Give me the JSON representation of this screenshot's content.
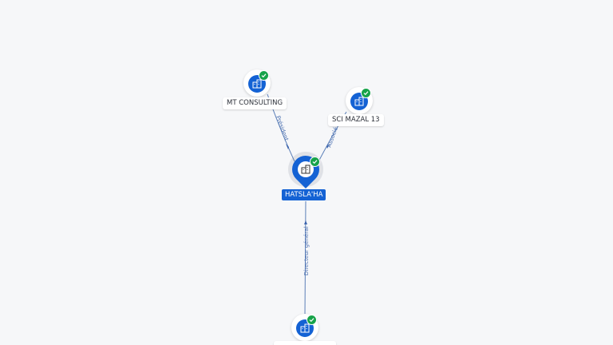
{
  "diagram": {
    "colors": {
      "node_blue": "#1462d4",
      "check_green": "#17a34a",
      "edge": "#5b7fb8"
    },
    "focus": {
      "label": "HATSLA'HA",
      "icon": "building-icon",
      "verified": true
    },
    "nodes": [
      {
        "id": "mt",
        "label": "MT CONSULTING",
        "icon": "building-icon",
        "verified": true
      },
      {
        "id": "sci",
        "label": "SCI MAZAL 13",
        "icon": "building-icon",
        "verified": true
      },
      {
        "id": "bottom",
        "label": "",
        "icon": "building-icon",
        "verified": true
      }
    ],
    "edges": [
      {
        "from": "mt",
        "to": "focus",
        "label": "Président"
      },
      {
        "from": "sci",
        "to": "focus",
        "label": "Associé"
      },
      {
        "from": "bottom",
        "to": "focus",
        "label": "Directeur général"
      }
    ]
  }
}
